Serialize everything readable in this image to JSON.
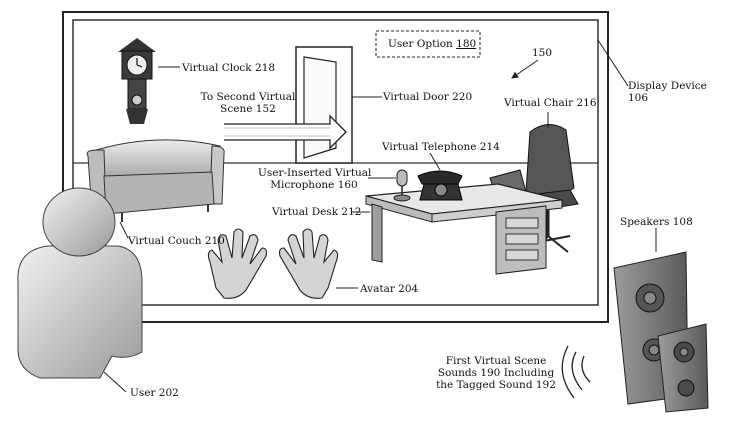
{
  "labels": {
    "virtual_clock": "Virtual Clock 218",
    "user_option_text": "User Option",
    "user_option_number": "180",
    "scene_ref": "150",
    "second_scene_line1": "To Second Virtual",
    "second_scene_line2": "Scene 152",
    "virtual_door": "Virtual Door 220",
    "virtual_chair": "Virtual Chair 216",
    "display_device_line1": "Display Device",
    "display_device_line2": "106",
    "virtual_telephone": "Virtual Telephone 214",
    "microphone_line1": "User-Inserted Virtual",
    "microphone_line2": "Microphone 160",
    "virtual_desk": "Virtual Desk 212",
    "virtual_couch": "Virtual Couch 210",
    "speakers": "Speakers 108",
    "avatar": "Avatar 204",
    "sounds_line1": "First Virtual Scene",
    "sounds_line2": "Sounds 190 Including",
    "sounds_line3": "the Tagged Sound 192",
    "user": "User 202"
  },
  "colors": {
    "line": "#222222",
    "shade": "#8a8a8a",
    "light": "#d9d9d9",
    "dark": "#3a3a3a"
  }
}
